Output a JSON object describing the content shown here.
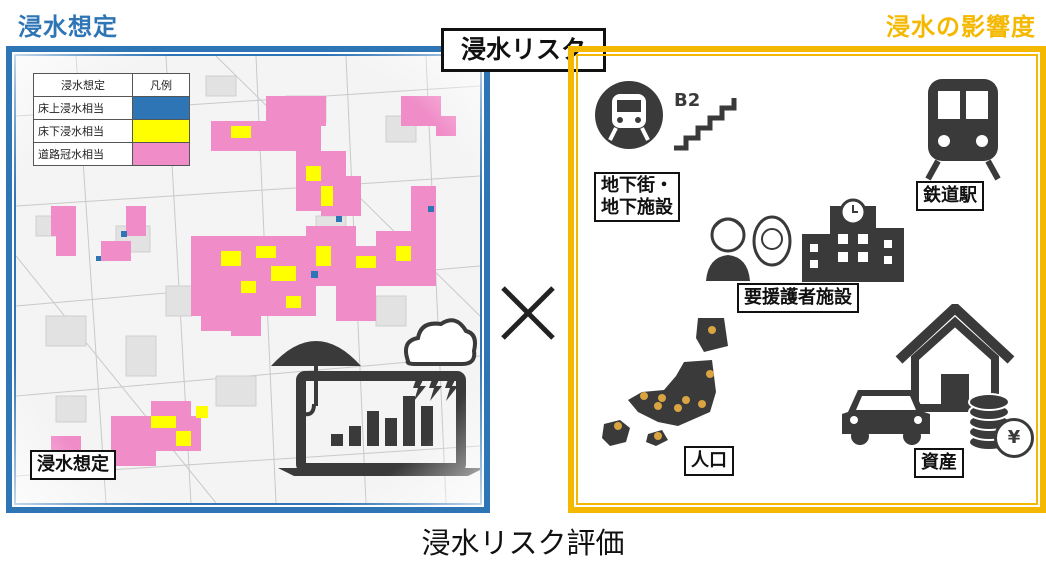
{
  "header": {
    "left_title": "浸水想定",
    "right_title": "浸水の影響度",
    "risk_title": "浸水リスク",
    "bottom_title": "浸水リスク評価"
  },
  "legend": {
    "col_header_1": "浸水想定",
    "col_header_2": "凡例",
    "rows": [
      {
        "label": "床上浸水相当",
        "color": "#2e75b6"
      },
      {
        "label": "床下浸水相当",
        "color": "#ffff00"
      },
      {
        "label": "道路冠水相当",
        "color": "#f08cc8"
      }
    ]
  },
  "left_panel": {
    "label": "浸水想定",
    "icons": [
      "umbrella-icon",
      "rain-cloud-icon",
      "laptop-chart-icon"
    ]
  },
  "right_panel": {
    "stair_label": "B2",
    "underground_label_1": "地下街・",
    "underground_label_2": "地下施設",
    "station_label": "鉄道駅",
    "care_facility_label": "要援護者施設",
    "population_label": "人口",
    "assets_label": "資産",
    "yen_symbol": "¥"
  },
  "colors": {
    "blue": "#2e75b6",
    "yellow_frame": "#f5b800",
    "flood_pink": "#f08cc8",
    "flood_yellow": "#ffff00",
    "icon_dark": "#3a3a3a",
    "pin_gold": "#d9a441"
  }
}
